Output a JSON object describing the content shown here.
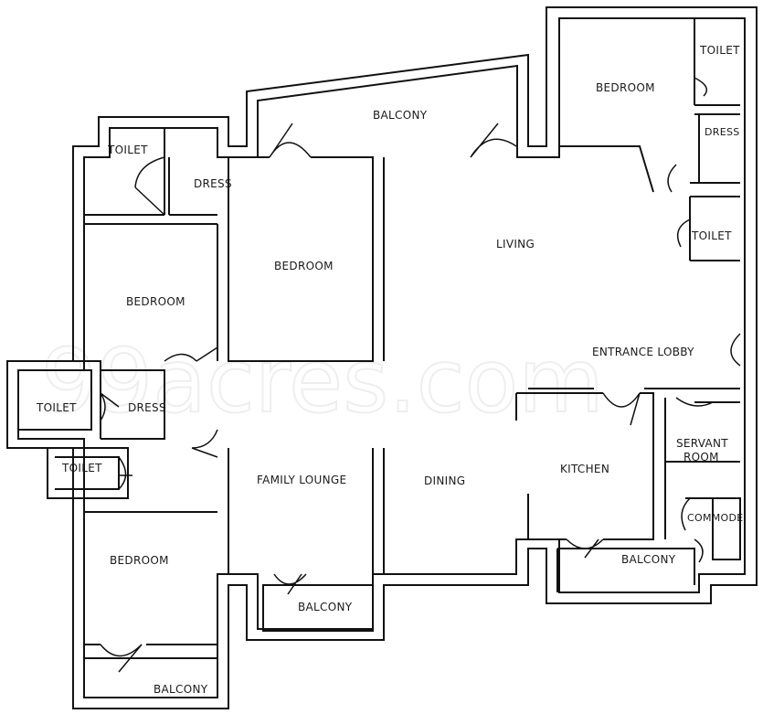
{
  "watermark": "99acres.com",
  "rooms": [
    {
      "id": "toilet-1",
      "label": "TOILET"
    },
    {
      "id": "dress-1",
      "label": "DRESS"
    },
    {
      "id": "bedroom-1",
      "label": "BEDROOM"
    },
    {
      "id": "bedroom-2",
      "label": "BEDROOM"
    },
    {
      "id": "balcony-1",
      "label": "BALCONY"
    },
    {
      "id": "bedroom-3",
      "label": "BEDROOM"
    },
    {
      "id": "toilet-2",
      "label": "TOILET"
    },
    {
      "id": "dress-2",
      "label": "DRESS"
    },
    {
      "id": "toilet-3",
      "label": "TOILET"
    },
    {
      "id": "living",
      "label": "LIVING"
    },
    {
      "id": "entrance-lobby",
      "label": "ENTRANCE LOBBY"
    },
    {
      "id": "toilet-4",
      "label": "TOILET"
    },
    {
      "id": "dress-3",
      "label": "DRESS"
    },
    {
      "id": "toilet-5",
      "label": "TOILET"
    },
    {
      "id": "family-lounge",
      "label": "FAMILY LOUNGE"
    },
    {
      "id": "dining",
      "label": "DINING"
    },
    {
      "id": "kitchen",
      "label": "KITCHEN"
    },
    {
      "id": "servant-room-1",
      "label": "SERVANT"
    },
    {
      "id": "servant-room-2",
      "label": "ROOM"
    },
    {
      "id": "commode",
      "label": "COMMODE"
    },
    {
      "id": "bedroom-4",
      "label": "BEDROOM"
    },
    {
      "id": "balcony-2",
      "label": "BALCONY"
    },
    {
      "id": "balcony-3",
      "label": "BALCONY"
    },
    {
      "id": "balcony-4",
      "label": "BALCONY"
    }
  ]
}
